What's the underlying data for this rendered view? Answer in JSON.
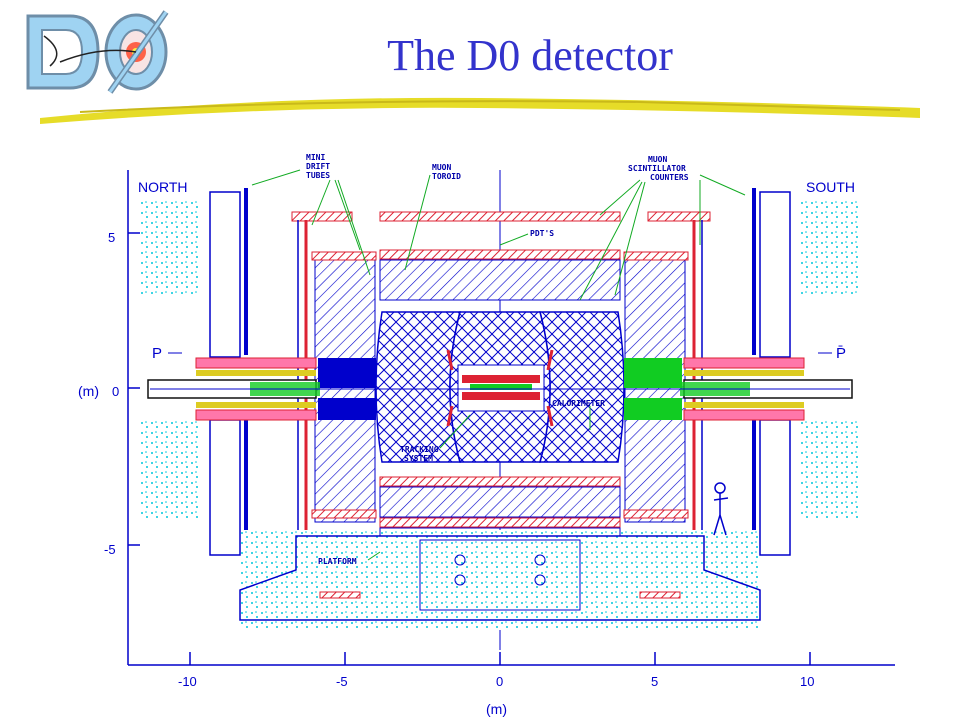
{
  "title": "The D0 detector",
  "logo": {
    "text": "DØ",
    "name": "d0-experiment-logo"
  },
  "colors": {
    "title": "#3333cc",
    "lines": "#0000cc",
    "red": "#dd2233",
    "green": "#11cc22",
    "cyan": "#00c8dc",
    "underline": "#e6dc28"
  },
  "diagram": {
    "labels": {
      "north": "NORTH",
      "south": "SOUTH",
      "mini_drift_tubes": [
        "MINI",
        "DRIFT",
        "TUBES"
      ],
      "muon_toroid": [
        "MUON",
        "TOROID"
      ],
      "muon_scint": [
        "MUON",
        "SCINTILLATOR",
        "COUNTERS"
      ],
      "pdts": "PDT'S",
      "calorimeter": "CALORIMETER",
      "tracking": [
        "TRACKING",
        "SYSTEM"
      ],
      "platform": "PLATFORM",
      "p": "P",
      "pbar": "P̄",
      "m_unit": "(m)",
      "x_unit": "(m)"
    },
    "y_ticks": [
      "5",
      "0",
      "-5"
    ],
    "x_ticks": [
      "-10",
      "-5",
      "0",
      "5",
      "10"
    ]
  }
}
